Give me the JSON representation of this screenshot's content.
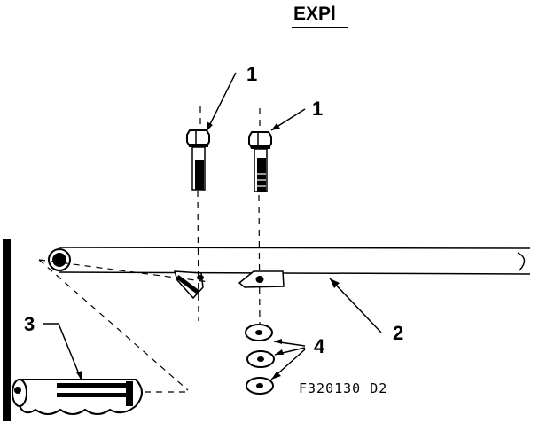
{
  "diagram": {
    "title": "EXPl",
    "part_number": "F320130 D2",
    "callouts": {
      "bolt_left": "1",
      "bolt_right": "1",
      "rod": "2",
      "grip": "3",
      "washers": "4"
    }
  }
}
